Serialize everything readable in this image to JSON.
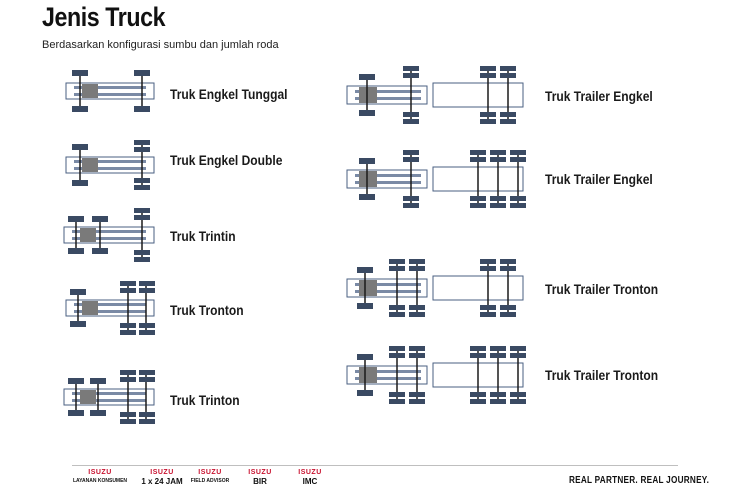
{
  "title": "Jenis Truck",
  "subtitle": "Berdasarkan konfigurasi sumbu dan jumlah roda",
  "trucks": [
    {
      "label": "Truk Engkel Tunggal"
    },
    {
      "label": "Truk Engkel Double"
    },
    {
      "label": "Truk Trintin"
    },
    {
      "label": "Truk Tronton"
    },
    {
      "label": "Truk Trinton"
    },
    {
      "label": "Truk Trailer Engkel"
    },
    {
      "label": "Truk Trailer Engkel"
    },
    {
      "label": "Truk Trailer Tronton"
    },
    {
      "label": "Truk Trailer Tronton"
    }
  ],
  "footer": {
    "logos": [
      {
        "brand": "ISUZU",
        "main": "LAYANAN KONSUMEN",
        "icon": "customer-service-logo"
      },
      {
        "brand": "ISUZU",
        "main": "1 x 24 JAM",
        "icon": "24-hour-logo"
      },
      {
        "brand": "ISUZU",
        "main": "FIELD ADVISOR",
        "icon": "field-advisor-logo"
      },
      {
        "brand": "ISUZU",
        "main": "BIR",
        "icon": "bir-logo"
      },
      {
        "brand": "ISUZU",
        "main": "IMC",
        "icon": "imc-logo"
      }
    ],
    "tagline": "REAL PARTNER. REAL JOURNEY."
  },
  "colors": {
    "tire": "#3a4a63",
    "body_outline": "#4a5f82",
    "cab": "#7a7a7a",
    "axle": "#1a1a1a",
    "frame": "#7a8aa5"
  }
}
